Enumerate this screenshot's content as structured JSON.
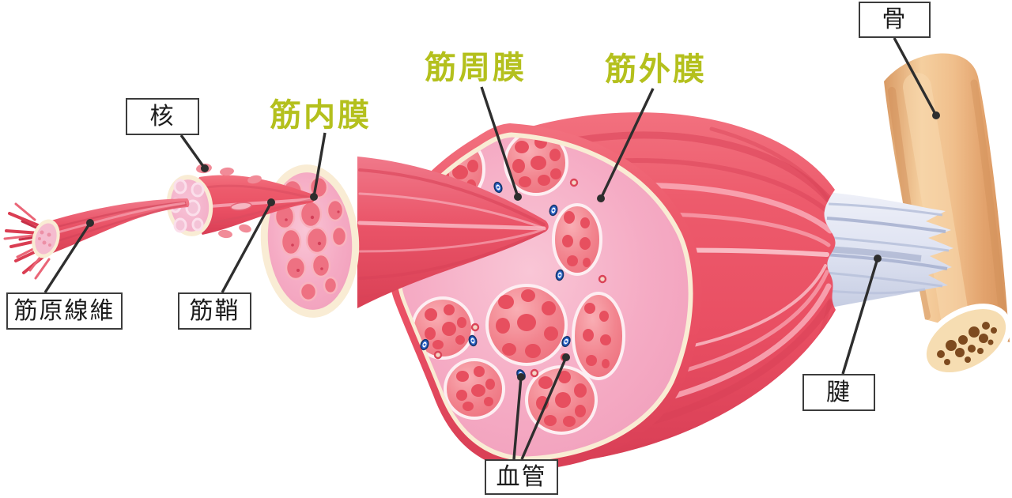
{
  "diagram": {
    "type": "muscle-anatomy-cross-section",
    "labels": {
      "nucleus": {
        "text": "核",
        "style": "boxed"
      },
      "myofibril": {
        "text": "筋原線維",
        "style": "boxed"
      },
      "sarcolemma": {
        "text": "筋鞘",
        "style": "boxed"
      },
      "endomysium": {
        "text": "筋内膜",
        "style": "highlight"
      },
      "perimysium": {
        "text": "筋周膜",
        "style": "highlight"
      },
      "epimysium": {
        "text": "筋外膜",
        "style": "highlight"
      },
      "blood_vessel": {
        "text": "血管",
        "style": "boxed"
      },
      "tendon": {
        "text": "腱",
        "style": "boxed"
      },
      "bone": {
        "text": "骨",
        "style": "boxed"
      }
    },
    "colors": {
      "highlight_text": "#b4c01d",
      "leader_line": "#2e2e2e",
      "box_border": "#3c3c3c",
      "box_text": "#1c1c1c",
      "muscle_red": "#ea5568",
      "muscle_shadow": "#d83e55",
      "muscle_highlight": "#f9abb8",
      "membrane_pink": "#f5abc4",
      "membrane_cream": "#f9ecd4",
      "fascicle_salmon": "#f2858f",
      "fiber_red": "#e74f5f",
      "vessel_blue": "#2a63c8",
      "vessel_red": "#da4458",
      "tendon_gray": "#dfe3f2",
      "bone_tan": "#eeb583",
      "bone_marrow_brown": "#7d4a1f",
      "background": "#ffffff"
    }
  }
}
